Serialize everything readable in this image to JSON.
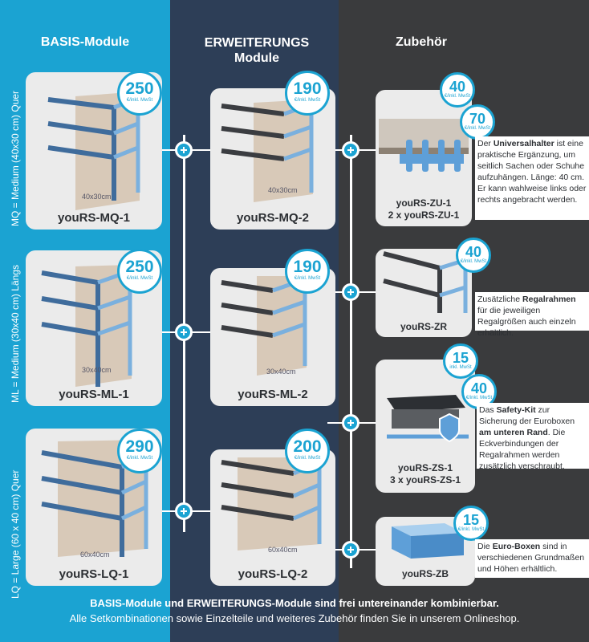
{
  "columns": {
    "basis": {
      "title_part1": "BASIS",
      "title_part2": "-Module"
    },
    "erweiterung": {
      "title_line1": "ERWEITERUNGS",
      "title_line2": "Module"
    },
    "zubehoer": {
      "title": "Zubehör"
    }
  },
  "side_labels": [
    "MQ = Medium (40x30 cm) Quer",
    "ML = Medium (30x40 cm) Längs",
    "LQ = Large (60 x 40 cm) Quer"
  ],
  "basis_cards": [
    {
      "name": "youRS-MQ-1",
      "price": "250",
      "unit": "€/inkl. MwSt",
      "dim": "40x30cm"
    },
    {
      "name": "youRS-ML-1",
      "price": "250",
      "unit": "€/inkl. MwSt",
      "dim": "30x40cm"
    },
    {
      "name": "youRS-LQ-1",
      "price": "290",
      "unit": "€/inkl. MwSt",
      "dim": "60x40cm"
    }
  ],
  "erw_cards": [
    {
      "name": "youRS-MQ-2",
      "price": "190",
      "unit": "€/inkl. MwSt",
      "dim": "40x30cm"
    },
    {
      "name": "youRS-ML-2",
      "price": "190",
      "unit": "€/inkl. MwSt",
      "dim": "30x40cm"
    },
    {
      "name": "youRS-LQ-2",
      "price": "200",
      "unit": "€/inkl. MwSt",
      "dim": "60x40cm"
    }
  ],
  "zub": {
    "zu": {
      "price1": "40",
      "unit1": "€/inkl. MwSt",
      "price2": "70",
      "unit2": "€/inkl. MwSt",
      "name1": "youRS-ZU-1",
      "name2": "2 x youRS-ZU-1",
      "desc_pre": "Der ",
      "desc_bold": "Universalhalter",
      "desc_post": " ist eine praktische Ergänzung, um seitlich Sachen oder Schuhe aufzuhängen. Länge: 40 cm. Er kann wahlweise links oder rechts angebracht werden."
    },
    "zr": {
      "price": "40",
      "unit": "€/inkl. MwSt",
      "name": "youRS-ZR",
      "desc_pre": "Zusätzliche ",
      "desc_bold": "Regalrahmen",
      "desc_post": " für die jeweiligen Regalgrößen auch einzeln erhältlich."
    },
    "zs": {
      "price1": "15",
      "unit1": "inkl. MwSt",
      "price2": "40",
      "unit2": "€/inkl. MwSt",
      "name1": "youRS-ZS-1",
      "name2": "3 x youRS-ZS-1",
      "desc_pre": "Das ",
      "desc_bold1": "Safety-Kit",
      "desc_mid": " zur Sicherung der Euroboxen ",
      "desc_bold2": "am unteren Rand",
      "desc_post": ". Die Eckverbindungen der Regalrahmen werden zusätzlich verschraubt."
    },
    "zb": {
      "price": "15",
      "unit": "€/inkl. MwSt",
      "name": "youRS-ZB",
      "desc_pre": "Die ",
      "desc_bold": "Euro-Boxen",
      "desc_post": " sind in verschiedenen Grundmaßen und Höhen erhältlich."
    }
  },
  "footer": {
    "line1": "BASIS-Module und ERWEITERUNGS-Module sind frei untereinander kombinierbar.",
    "line2": "Alle Setkombinationen sowie Einzelteile und weiteres Zubehör finden Sie in unserem Onlineshop."
  }
}
